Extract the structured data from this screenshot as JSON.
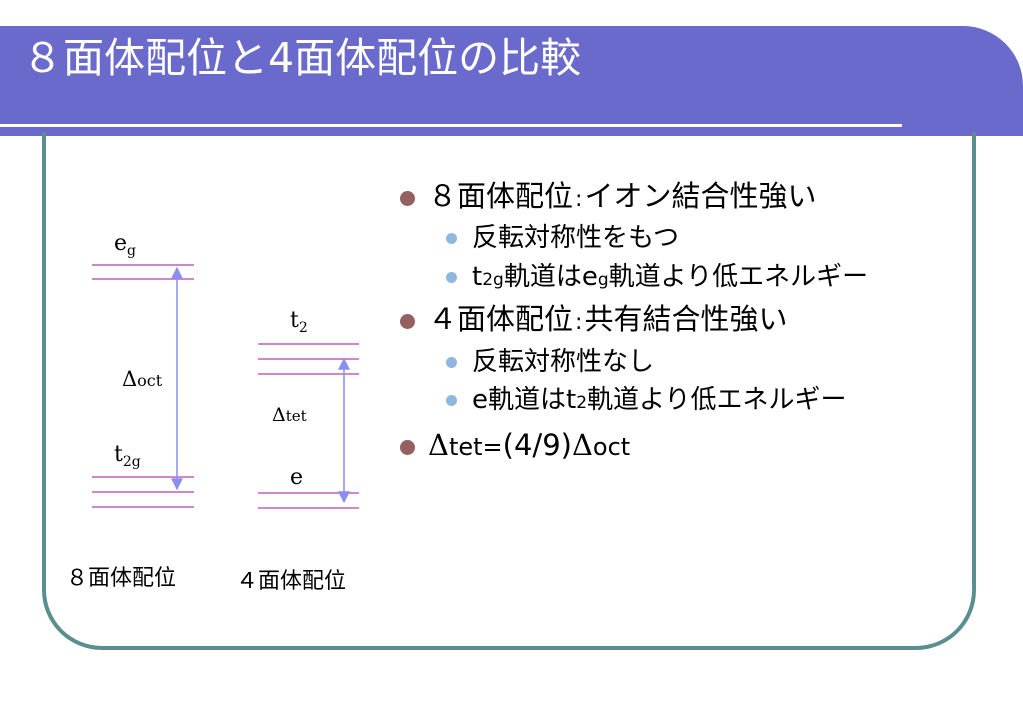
{
  "slide": {
    "title": "８面体配位と4面体配位の比較"
  },
  "diagram": {
    "oct": {
      "upper_sym": "e",
      "upper_sub": "g",
      "lower_sym": "t",
      "lower_sub": "2g",
      "gap_greek": "Δ",
      "gap_sub": "oct",
      "caption": "８面体配位"
    },
    "tet": {
      "upper_sym": "t",
      "upper_sub": "2",
      "lower_sym": "e",
      "gap_greek": "Δ",
      "gap_sub": "tet",
      "caption": "４面体配位"
    }
  },
  "bullets": {
    "oct_head": "８面体配位",
    "oct_tail": "イオン結合性強い",
    "oct_sub1": "反転対称性をもつ",
    "oct_sub2_a": "t",
    "oct_sub2_b": "2g",
    "oct_sub2_c": "軌道はe",
    "oct_sub2_d": "g",
    "oct_sub2_e": "軌道より低エネルギー",
    "tet_head": "４面体配位",
    "tet_tail": "共有結合性強い",
    "tet_sub1": "反転対称性なし",
    "tet_sub2_a": "e軌道はt",
    "tet_sub2_b": "2",
    "tet_sub2_c": "軌道より低エネルギー",
    "colon": ":",
    "relation_delta1": "Δ",
    "relation_tet": "tet",
    "relation_eq": "=",
    "relation_frac": "(4/9)",
    "relation_delta2": "Δ",
    "relation_oct": "oct"
  },
  "colors": {
    "title_bar": "#6a69cc",
    "frame": "#5b8f8f",
    "level_line": "#c060b8",
    "arrow": "#8a8ef0",
    "bullet_main": "#946060",
    "bullet_sub": "#8fb8e0"
  }
}
